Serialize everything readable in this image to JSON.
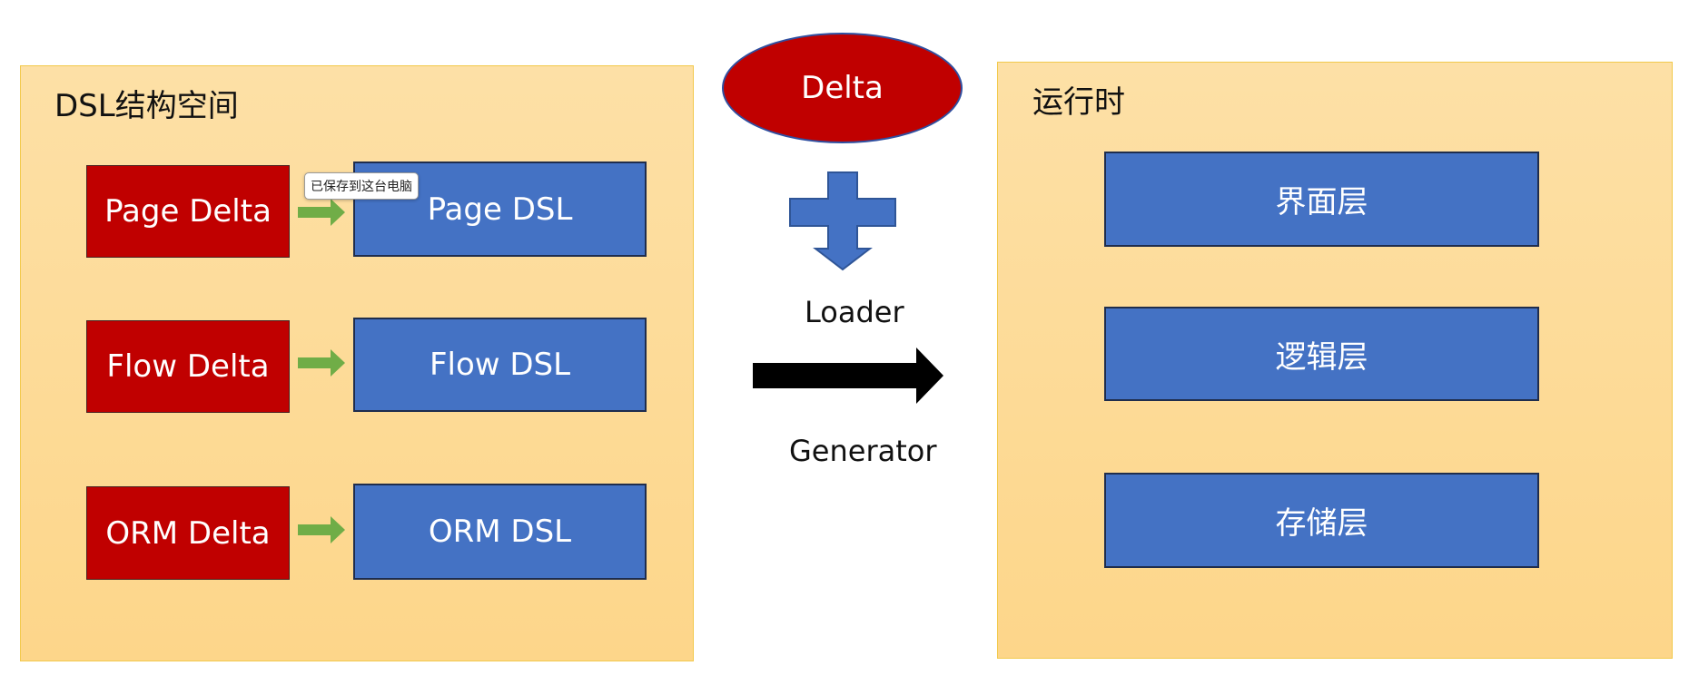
{
  "left_panel": {
    "title": "DSL结构空间",
    "rows": [
      {
        "delta": "Page Delta",
        "dsl": "Page DSL"
      },
      {
        "delta": "Flow Delta",
        "dsl": "Flow DSL"
      },
      {
        "delta": "ORM Delta",
        "dsl": "ORM DSL"
      }
    ]
  },
  "tooltip": "已保存到这台电脑",
  "center": {
    "delta_ellipse": "Delta",
    "loader_label": "Loader",
    "generator_label": "Generator"
  },
  "right_panel": {
    "title": "运行时",
    "layers": [
      "界面层",
      "逻辑层",
      "存储层"
    ]
  },
  "colors": {
    "panel_fill": "#fdd68a",
    "panel_border": "#f2c94c",
    "delta_red": "#c00000",
    "dsl_blue": "#4472c4",
    "arrow_green": "#70ad47",
    "main_arrow": "#000000"
  }
}
